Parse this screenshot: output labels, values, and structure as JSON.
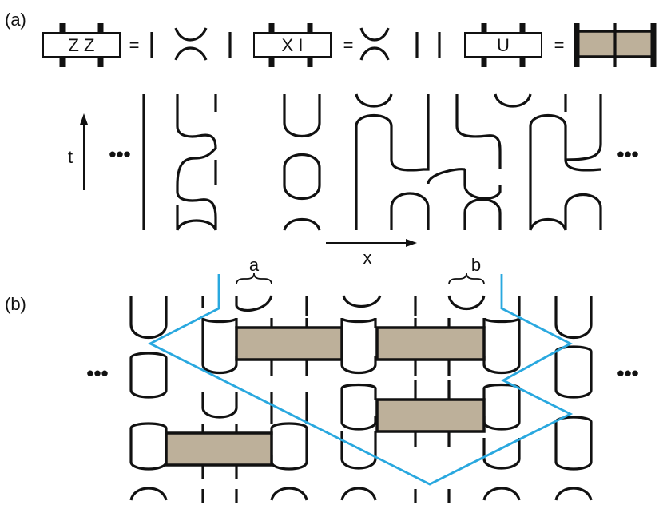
{
  "panel_a": {
    "label": "(a)",
    "gates": [
      {
        "name": "zz",
        "text": "Z Z"
      },
      {
        "name": "xi",
        "text": "X I"
      },
      {
        "name": "u",
        "text": "U"
      }
    ],
    "equals": "=",
    "ellipsis": "•••",
    "time_axis": "t",
    "space_axis": "x"
  },
  "panel_b": {
    "label": "(b)",
    "ellipsis": "•••",
    "brace_a": "a",
    "brace_b": "b"
  },
  "colors": {
    "ink": "#111111",
    "gate_fill": "#bdb09a",
    "cut_line": "#29a8df"
  }
}
